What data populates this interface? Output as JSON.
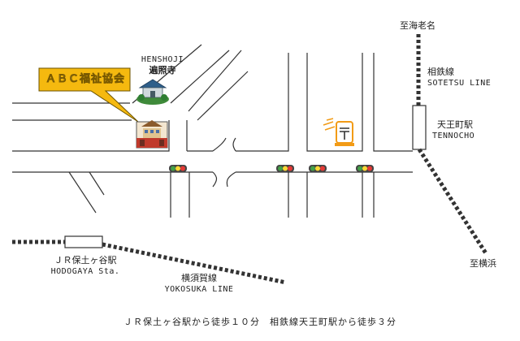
{
  "facility": {
    "name": "ＡＢＣ福祉協会",
    "callout_color": "#f5b90f"
  },
  "landmark": {
    "name_en": "HENSHOJI",
    "name_ja": "遍照寺"
  },
  "stations": {
    "tennocho_ja": "天王町駅",
    "tennocho_en": "TENNOCHO",
    "hodogaya_ja": "ＪＲ保土ヶ谷駅",
    "hodogaya_en": "HODOGAYA Sta."
  },
  "lines": {
    "sotetsu_ja": "相鉄線",
    "sotetsu_en": "SOTETSU LINE",
    "yokosuka_ja": "横須賀線",
    "yokosuka_en": "YOKOSUKA LINE"
  },
  "directions": {
    "to_ebina": "至海老名",
    "to_yokohama": "至横浜"
  },
  "footer": {
    "access": "ＪＲ保土ヶ谷駅から徒歩１０分　相鉄線天王町駅から徒歩３分"
  },
  "icons": {
    "traffic_light": "traffic-light-icon",
    "post_office": "post-office-icon",
    "temple": "temple-icon",
    "building": "facility-building-icon"
  },
  "colors": {
    "road_outline": "#333333",
    "rail": "#333333",
    "traffic_red": "#e53935",
    "traffic_green": "#43a047",
    "traffic_yellow": "#fdd835",
    "post_orange": "#f29b16"
  }
}
